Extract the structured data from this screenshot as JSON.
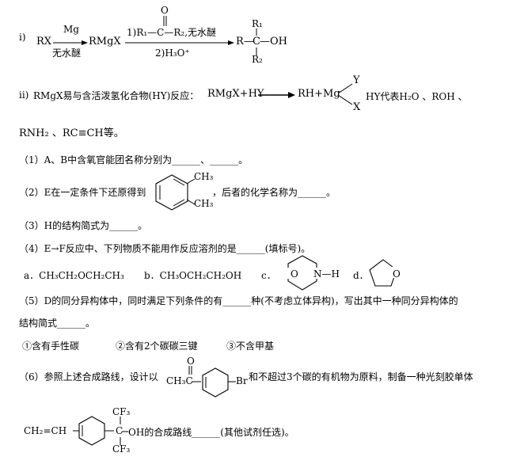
{
  "reaction_i": {
    "label": "i)",
    "reactant": "RX",
    "step1_above": "Mg",
    "step1_below": "无水醚",
    "intermediate": "RMgX",
    "ketone_c": "C",
    "ketone_o": "O",
    "step2_above": "1)R₁—C—R₂,无水醚",
    "step2_r1": "R₁",
    "step2_c": "C",
    "step2_r2": "R₂,无水醚",
    "step2_below": "2)H₃O⁺",
    "product_r": "R—",
    "product_c": "C",
    "product_oh": "—OH",
    "product_r1": "R₁",
    "product_r2": "R₂"
  },
  "reaction_ii": {
    "label": "ii)",
    "text": "RMgX易与含活泼氢化合物(HY)反应：",
    "equation_left": "RMgX+HY",
    "equation_right": "RH+Mg",
    "y": "Y",
    "x": "X",
    "hy_text": "HY代表H₂O 、ROH 、",
    "continuation": "RNH₂ 、RC≡CH等。"
  },
  "questions": {
    "q1": "（1）A、B中含氧官能团名称分别为______、______。",
    "q2_before": "（2）E在一定条件下还原得到",
    "q2_ch3_top": "CH₃",
    "q2_ch3_bottom": "CH₃",
    "q2_after": "，后者的化学名称为______。",
    "q3": "（3）H的结构简式为______。",
    "q4": "（4）E→F反应中、下列物质不能用作反应溶剂的是______(填标号)。",
    "q4_a": "a．CH₃CH₂OCH₂CH₃",
    "q4_b": "b．CH₃OCH₂CH₂OH",
    "q4_c": "c．",
    "q4_c_n": "N—H",
    "q4_c_o": "O",
    "q4_d": "d．",
    "q4_d_o": "O",
    "q5_line1": "（5）D的同分异构体中，同时满足下列条件的有______种(不考虑立体异构)，写出其中一种同分异构体的",
    "q5_line2": "结构简式______。",
    "q5_cond1": "①含有手性碳",
    "q5_cond2": "②含有2个碳碳三键",
    "q5_cond3": "③不含甲基",
    "q6_before": "（6）参照上述合成路线，设计以",
    "q6_o": "O",
    "q6_ch3c": "CH₃C",
    "q6_br": "Br",
    "q6_after": "和不超过3个碳的有机物为原料，制备一种光刻胶单体",
    "q6_vinyl": "CH₂=CH",
    "q6_cf3_top": "CF₃",
    "q6_c": "C",
    "q6_oh": "OH的合成路线______(其他试剂任选)。",
    "q6_cf3_bottom": "CF₃"
  }
}
